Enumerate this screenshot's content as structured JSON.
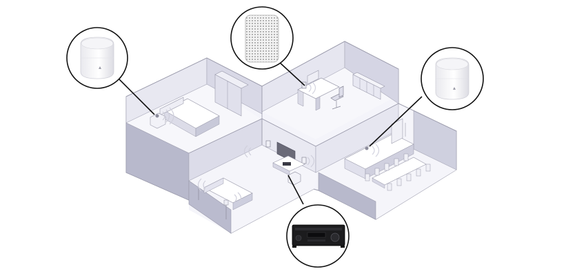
{
  "scene": {
    "title": "",
    "rooms": [
      {
        "id": "bedroom",
        "label": ""
      },
      {
        "id": "office",
        "label": ""
      },
      {
        "id": "living-room",
        "label": ""
      },
      {
        "id": "dining-kitchen",
        "label": ""
      }
    ],
    "callouts": [
      {
        "id": "bedroom-speaker",
        "device": "smart-speaker-icon",
        "room": "bedroom"
      },
      {
        "id": "office-speaker",
        "device": "wall-speaker-grille-icon",
        "room": "office"
      },
      {
        "id": "dining-speaker",
        "device": "smart-speaker-icon",
        "room": "dining-kitchen"
      },
      {
        "id": "living-receiver",
        "device": "av-receiver-icon",
        "room": "living-room"
      }
    ],
    "colors": {
      "floor": "#f6f6fb",
      "wall_light": "#e4e4ef",
      "wall_dark": "#b9bacd",
      "outline": "#8c8c9c",
      "callout_ring": "#222222",
      "receiver_body": "#1c1c1e"
    }
  }
}
